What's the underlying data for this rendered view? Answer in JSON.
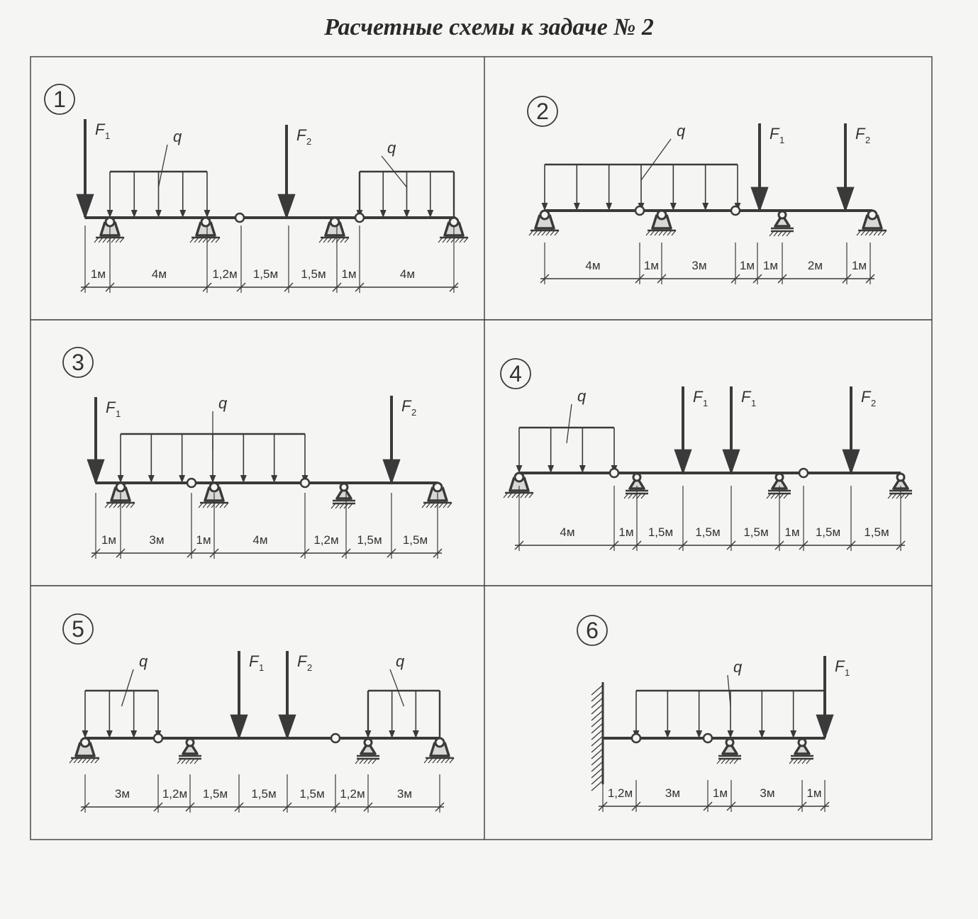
{
  "title": "Расчетные схемы к задаче № 2",
  "schemes": [
    {
      "number": "1",
      "dims": [
        "1м",
        "4м",
        "1,2м",
        "1,5м",
        "1,5м",
        "1м",
        "4м"
      ],
      "loads": [
        {
          "kind": "force",
          "main": "F",
          "sub": "1"
        },
        {
          "kind": "force",
          "main": "F",
          "sub": "2"
        },
        {
          "kind": "q",
          "main": "q"
        },
        {
          "kind": "q",
          "main": "q"
        }
      ]
    },
    {
      "number": "2",
      "dims": [
        "4м",
        "1м",
        "3м",
        "1м",
        "1м",
        "2м",
        "1м"
      ],
      "loads": [
        {
          "kind": "q",
          "main": "q"
        },
        {
          "kind": "force",
          "main": "F",
          "sub": "1"
        },
        {
          "kind": "force",
          "main": "F",
          "sub": "2"
        }
      ]
    },
    {
      "number": "3",
      "dims": [
        "1м",
        "3м",
        "1м",
        "4м",
        "1,2м",
        "1,5м",
        "1,5м"
      ],
      "loads": [
        {
          "kind": "force",
          "main": "F",
          "sub": "1"
        },
        {
          "kind": "q",
          "main": "q"
        },
        {
          "kind": "force",
          "main": "F",
          "sub": "2"
        }
      ]
    },
    {
      "number": "4",
      "dims": [
        "4м",
        "1м",
        "1,5м",
        "1,5м",
        "1,5м",
        "1м",
        "1,5м",
        "1,5м"
      ],
      "loads": [
        {
          "kind": "q",
          "main": "q"
        },
        {
          "kind": "force",
          "main": "F",
          "sub": "1"
        },
        {
          "kind": "force",
          "main": "F",
          "sub": "1"
        },
        {
          "kind": "force",
          "main": "F",
          "sub": "2"
        }
      ]
    },
    {
      "number": "5",
      "dims": [
        "3м",
        "1,2м",
        "1,5м",
        "1,5м",
        "1,5м",
        "1,2м",
        "3м"
      ],
      "loads": [
        {
          "kind": "q",
          "main": "q"
        },
        {
          "kind": "force",
          "main": "F",
          "sub": "1"
        },
        {
          "kind": "force",
          "main": "F",
          "sub": "2"
        },
        {
          "kind": "q",
          "main": "q"
        }
      ]
    },
    {
      "number": "6",
      "dims": [
        "1,2м",
        "3м",
        "1м",
        "3м",
        "1м"
      ],
      "loads": [
        {
          "kind": "q",
          "main": "q"
        },
        {
          "kind": "force",
          "main": "F",
          "sub": "1"
        }
      ]
    }
  ],
  "colors": {
    "ink": "#3a3a3a",
    "frame": "#555555",
    "paper": "#f5f5f3"
  }
}
